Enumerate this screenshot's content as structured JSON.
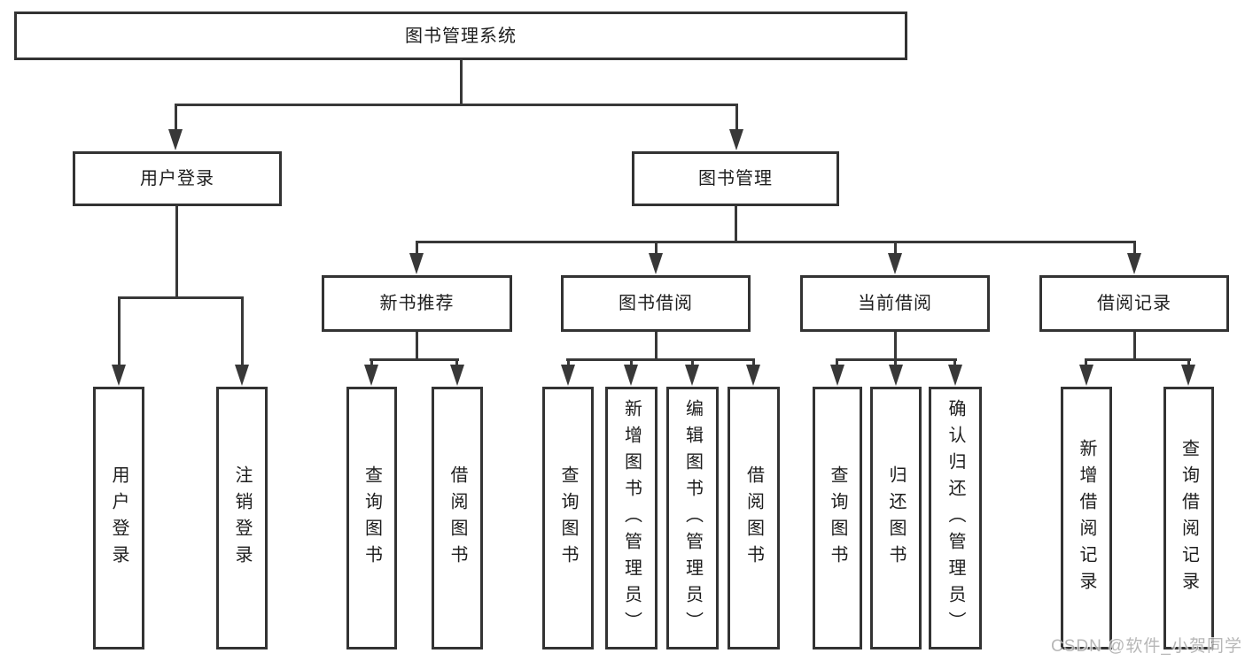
{
  "diagram": {
    "root": {
      "label": "图书管理系统"
    },
    "level2": [
      {
        "id": "user-login",
        "label": "用户登录"
      },
      {
        "id": "book-management",
        "label": "图书管理"
      }
    ],
    "level3": [
      {
        "id": "new-book-recommend",
        "label": "新书推荐"
      },
      {
        "id": "book-borrow",
        "label": "图书借阅"
      },
      {
        "id": "current-borrow",
        "label": "当前借阅"
      },
      {
        "id": "borrow-record",
        "label": "借阅记录"
      }
    ],
    "leaves": [
      {
        "parent": "用户登录",
        "label": "用户登录"
      },
      {
        "parent": "用户登录",
        "label": "注销登录"
      },
      {
        "parent": "新书推荐",
        "label": "查询图书"
      },
      {
        "parent": "新书推荐",
        "label": "借阅图书"
      },
      {
        "parent": "图书借阅",
        "label": "查询图书"
      },
      {
        "parent": "图书借阅",
        "label": "新增图书（管理员）"
      },
      {
        "parent": "图书借阅",
        "label": "编辑图书（管理员）"
      },
      {
        "parent": "图书借阅",
        "label": "借阅图书"
      },
      {
        "parent": "当前借阅",
        "label": "查询图书"
      },
      {
        "parent": "当前借阅",
        "label": "归还图书"
      },
      {
        "parent": "当前借阅",
        "label": "确认归还（管理员）"
      },
      {
        "parent": "借阅记录",
        "label": "新增借阅记录"
      },
      {
        "parent": "借阅记录",
        "label": "查询借阅记录"
      }
    ]
  },
  "watermark": {
    "text": "CSDN @软件_小贺同学"
  },
  "colors": {
    "line": "#383838",
    "border": "#333333",
    "text": "#1d1d1d",
    "background": "#ffffff",
    "watermark": "#ababab"
  }
}
